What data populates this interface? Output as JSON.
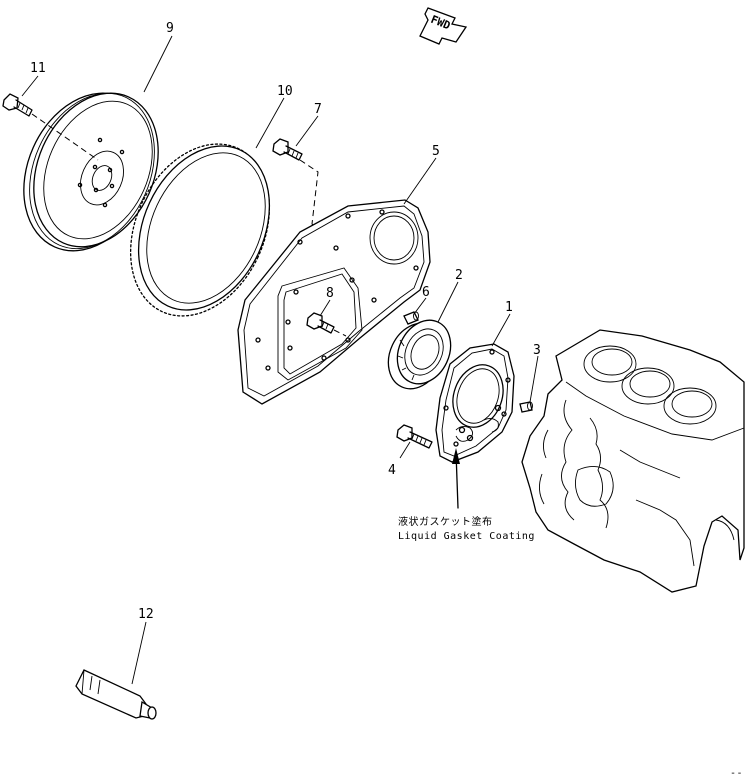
{
  "direction_marker": {
    "label": "FWD"
  },
  "parts": [
    {
      "id": "part-1",
      "number": "1"
    },
    {
      "id": "part-2",
      "number": "2"
    },
    {
      "id": "part-3",
      "number": "3"
    },
    {
      "id": "part-4",
      "number": "4"
    },
    {
      "id": "part-5",
      "number": "5"
    },
    {
      "id": "part-6",
      "number": "6"
    },
    {
      "id": "part-7",
      "number": "7"
    },
    {
      "id": "part-8",
      "number": "8"
    },
    {
      "id": "part-9",
      "number": "9"
    },
    {
      "id": "part-10",
      "number": "10"
    },
    {
      "id": "part-11",
      "number": "11"
    },
    {
      "id": "part-12",
      "number": "12"
    }
  ],
  "annotation": {
    "japanese": "液状ガスケット塗布",
    "english": "Liquid Gasket Coating"
  },
  "corner_mark": "--"
}
